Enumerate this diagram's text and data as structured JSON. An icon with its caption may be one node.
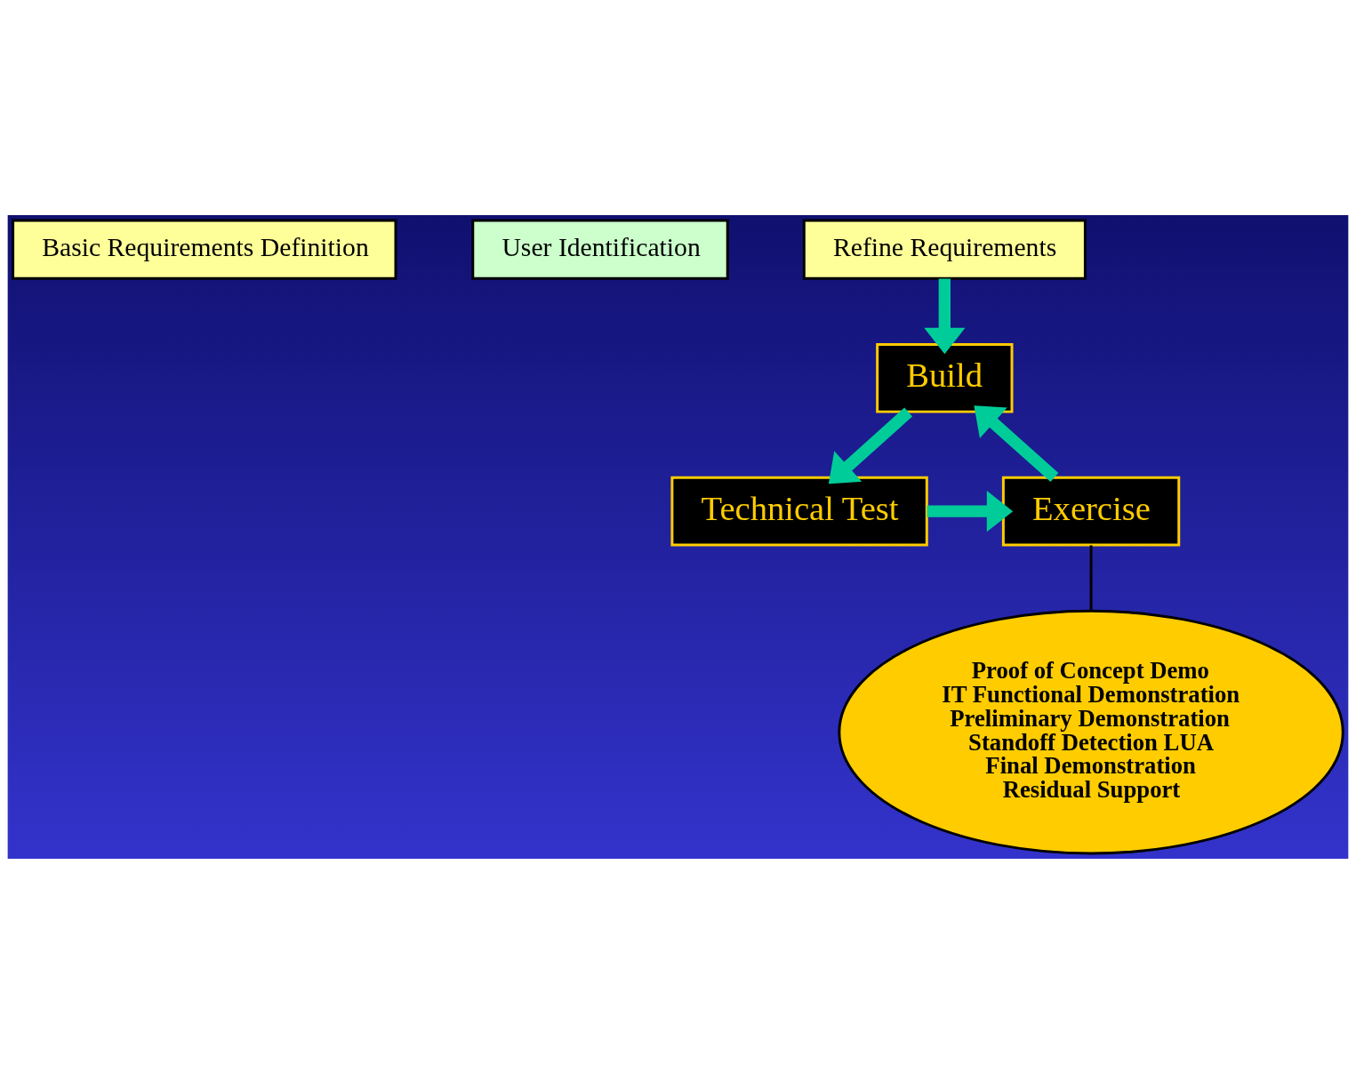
{
  "diagram": {
    "nodes": [
      {
        "text": [
          "Basic Requirements Definition"
        ]
      },
      {
        "text": [
          "User Identification"
        ]
      },
      {
        "text": [
          "Refine Requirements"
        ]
      },
      {
        "text": [
          "Build"
        ]
      },
      {
        "text": [
          "Technical Test"
        ]
      },
      {
        "text": [
          "Exercise"
        ]
      },
      {
        "text": [
          "Proof of Concept Demo",
          "IT Functional Demonstration",
          "Preliminary Demonstration",
          "Standoff Detection LUA",
          "Final Demonstration",
          "Residual Support"
        ]
      }
    ],
    "edges": [
      {
        "from": 2,
        "to": 3,
        "arrow": "to"
      },
      {
        "from": 3,
        "to": 4,
        "arrow": "to"
      },
      {
        "from": 4,
        "to": 5,
        "arrow": "to"
      },
      {
        "from": 5,
        "to": 3,
        "arrow": "to"
      },
      {
        "from": 5,
        "to": 6,
        "arrow": "none",
        "color": "#000000"
      }
    ]
  }
}
